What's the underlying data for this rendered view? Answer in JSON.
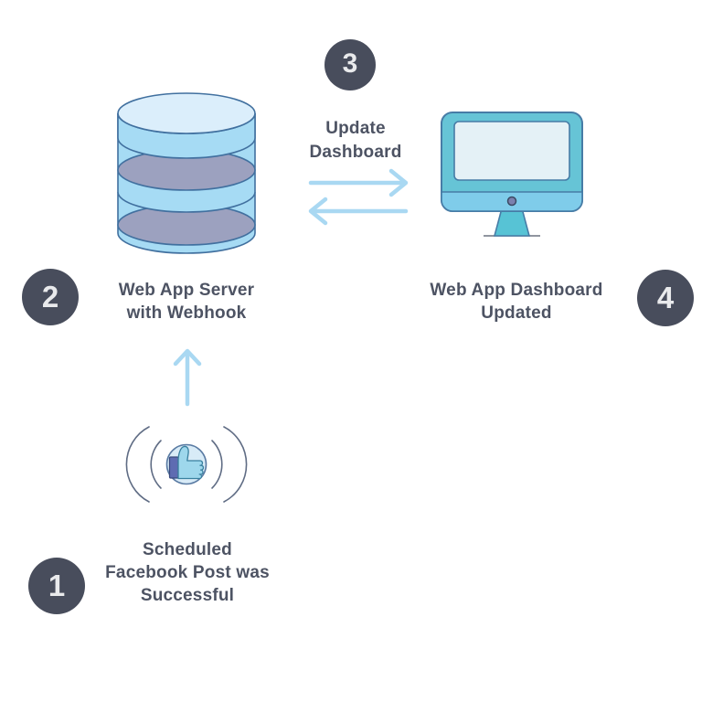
{
  "steps": [
    {
      "number": "1",
      "label": "Scheduled\nFacebook Post was\nSuccessful",
      "icon": "facebook-like-signal-icon"
    },
    {
      "number": "2",
      "label": "Web App Server\nwith Webhook",
      "icon": "database-icon"
    },
    {
      "number": "3",
      "label": "Update\nDashboard",
      "icon": "sync-arrows-icon"
    },
    {
      "number": "4",
      "label": "Web App Dashboard\nUpdated",
      "icon": "desktop-monitor-icon"
    }
  ],
  "colors": {
    "background": "#ffffff",
    "badge_bg": "#484d5c",
    "badge_text": "#e9eaec",
    "label_text": "#4d5363",
    "arrow_blue": "#a9d8f2",
    "db_side": "#a6dbf4",
    "db_top": "#dbeefb",
    "db_gray": "#9ca1bf",
    "db_outline": "#41709f",
    "monitor_frame": "#66c4d6",
    "monitor_chin": "#7fccea",
    "monitor_screen": "#e4f1f6",
    "monitor_stand": "#57c3d5",
    "monitor_outline": "#477ca6",
    "like_circle_fill": "#d8ebf7",
    "like_circle_outline": "#5a7ba3",
    "like_hand": "#9ed7ec",
    "like_hand_outline": "#39809f",
    "like_cuff": "#5e6cb2",
    "wave_stroke": "#5f6c84"
  }
}
